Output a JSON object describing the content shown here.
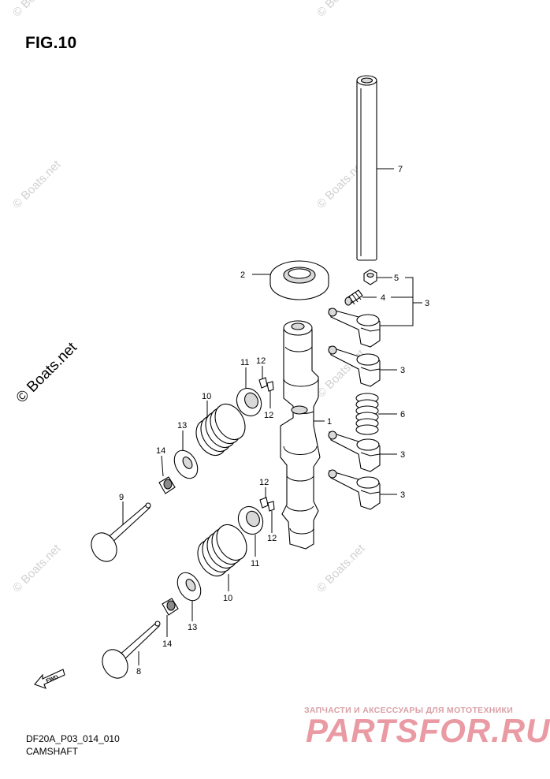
{
  "figure": {
    "title": "FIG.10",
    "code": "DF20A_P03_014_010",
    "caption": "CAMSHAFT"
  },
  "callouts": [
    "1",
    "2",
    "3",
    "3",
    "3",
    "3",
    "4",
    "5",
    "6",
    "7",
    "8",
    "9",
    "10",
    "10",
    "11",
    "11",
    "12",
    "12",
    "12",
    "12",
    "13",
    "13",
    "14",
    "14"
  ],
  "watermarks": {
    "boats": "© Boats.net",
    "boats_main": "© Boats.net",
    "fwd": "FWD",
    "shop_tagline": "ЗАПЧАСТИ И АКСЕССУАРЫ ДЛЯ МОТОТЕХНИКИ",
    "shop_logo": "PARTSFOR.RU"
  }
}
